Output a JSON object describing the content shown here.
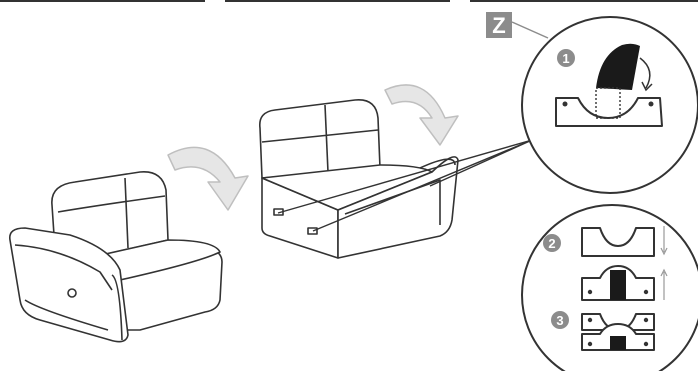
{
  "diagram": {
    "section_label": "Z",
    "steps": [
      "1",
      "2",
      "3"
    ]
  },
  "colors": {
    "line": "#333333",
    "gray_badge": "#8c8c8c",
    "arrow_fill": "#e6e6e6",
    "arrow_stroke": "#bfbfbf",
    "black_strap": "#1a1a1a",
    "background": "#ffffff"
  },
  "icons": [
    "rotate-arrow-icon",
    "curved-arrow-icon",
    "up-arrow-icon",
    "down-arrow-icon"
  ]
}
